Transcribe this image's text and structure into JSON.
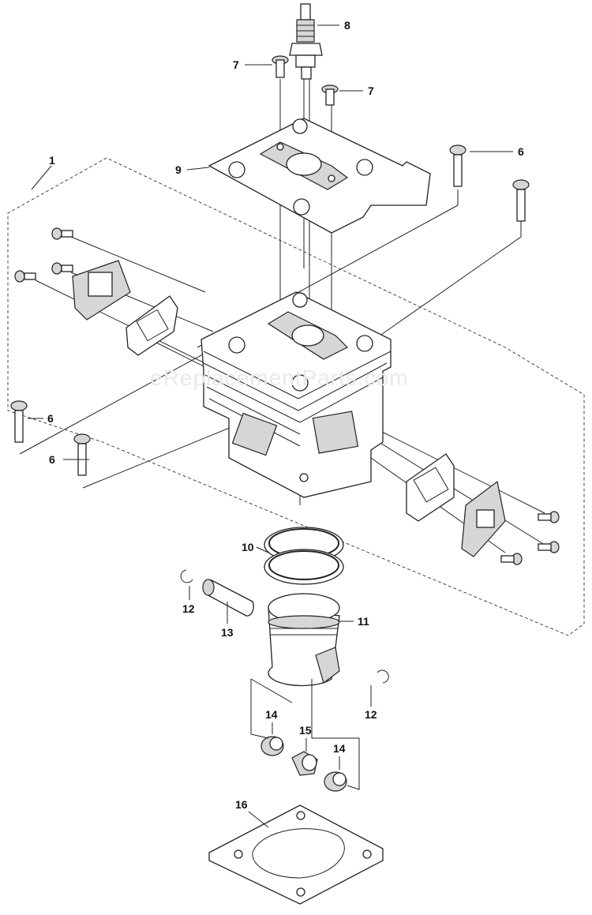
{
  "watermark": "eReplacementParts.com",
  "callouts": {
    "c1": "1",
    "c6a": "6",
    "c6b": "6",
    "c6c": "6",
    "c7a": "7",
    "c7b": "7",
    "c8": "8",
    "c9": "9",
    "c10": "10",
    "c11": "11",
    "c12a": "12",
    "c12b": "12",
    "c13": "13",
    "c14a": "14",
    "c14b": "14",
    "c15": "15",
    "c16": "16"
  },
  "colors": {
    "line": "#222222",
    "watermark": "#e9e9e9",
    "shade": "#d6d6d6"
  }
}
